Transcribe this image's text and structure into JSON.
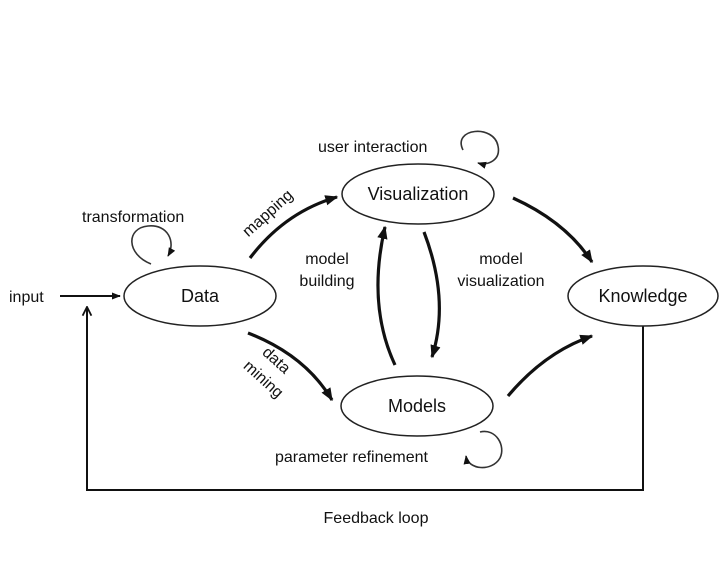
{
  "nodes": {
    "data": "Data",
    "visualization": "Visualization",
    "models": "Models",
    "knowledge": "Knowledge"
  },
  "labels": {
    "input": "input",
    "transformation": "transformation",
    "mapping": "mapping",
    "user_interaction": "user interaction",
    "model_building_1": "model",
    "model_building_2": "building",
    "model_visualization_1": "model",
    "model_visualization_2": "visualization",
    "data_mining_1": "data",
    "data_mining_2": "mining",
    "parameter_refinement": "parameter refinement",
    "feedback_loop": "Feedback loop"
  }
}
